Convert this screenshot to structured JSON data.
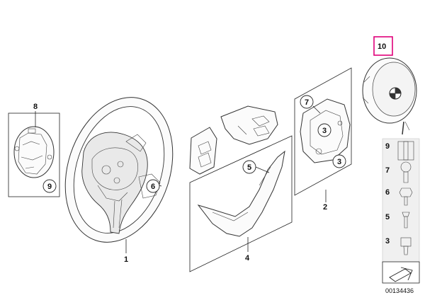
{
  "callouts": {
    "c1": "1",
    "c2": "2",
    "c3a": "3",
    "c3b": "3",
    "c4": "4",
    "c5": "5",
    "c6": "6",
    "c7": "7",
    "c8": "8",
    "c9": "9",
    "c10": "10"
  },
  "hardware_list": [
    "9",
    "7",
    "6",
    "5",
    "3"
  ],
  "diagram_number": "00134436",
  "colors": {
    "highlight": "#e0007a",
    "line": "#222222"
  }
}
